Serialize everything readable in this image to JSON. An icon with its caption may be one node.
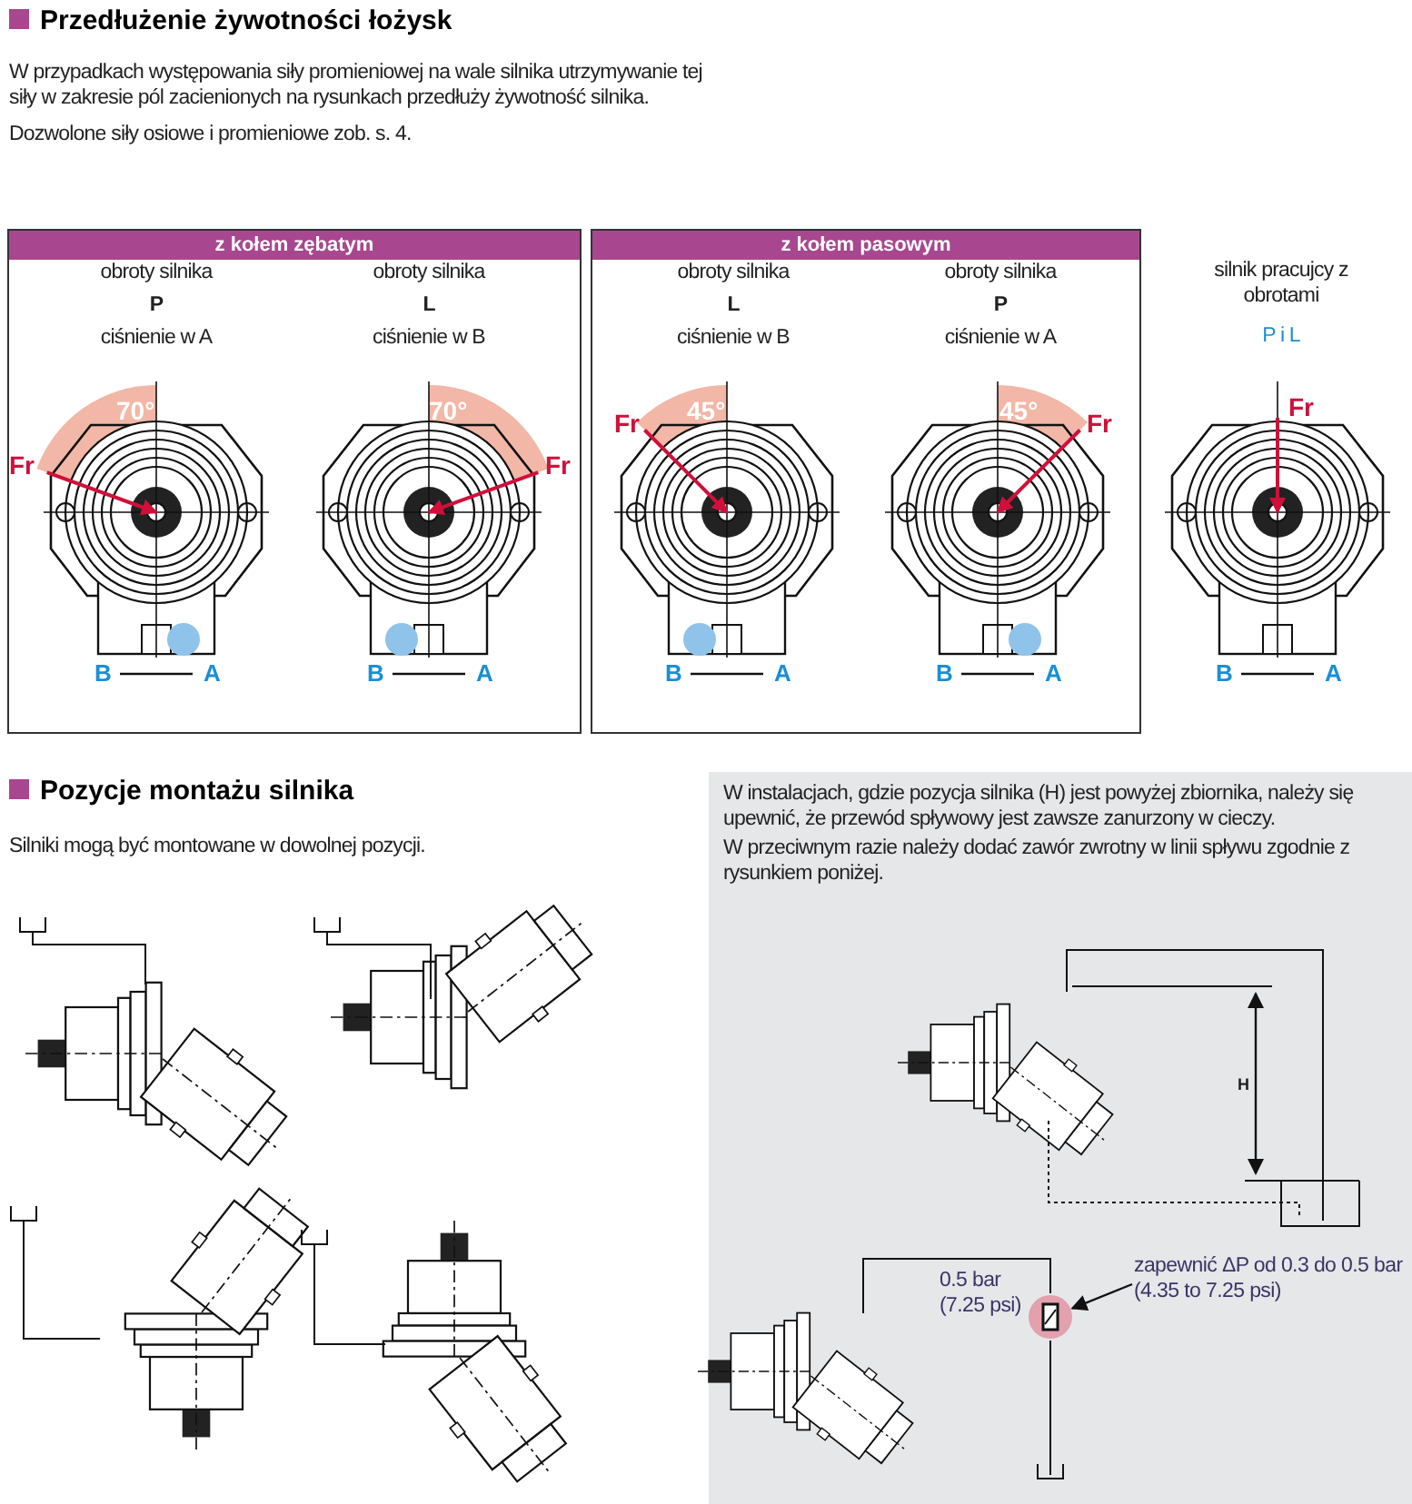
{
  "diagram": {
    "nodes": [
      {
        "text": [
          "z kołem zębatym"
        ]
      },
      {
        "text": [
          "obroty silnika",
          "P",
          "ciśnienie w A"
        ],
        "in": 0
      },
      {
        "text": [
          "obroty silnika",
          "L",
          "ciśnienie w B"
        ],
        "in": 0
      },
      {
        "text": [
          "z kołem pasowym"
        ]
      },
      {
        "text": [
          "obroty silnika",
          "L",
          "ciśnienie w B"
        ],
        "in": 3
      },
      {
        "text": [
          "obroty silnika",
          "P",
          "ciśnienie w A"
        ],
        "in": 3
      },
      {
        "text": [
          "silnik pracujcy z obrotami",
          "P i L"
        ]
      },
      {
        "text": [
          "W instalacjach, gdzie pozycja silnika (H) jest powyżej zbiornika, należy się upewnić, że przewód spływowy jest zawsze zanurzony w cieczy.",
          "W przeciwnym razie należy dodać zawór zwrotny w linii spływu zgodnie z rysunkiem poniżej."
        ]
      },
      {
        "text": [
          "zapewnić ΔP od 0.3 do 0.5 bar (4.35 to 7.25 psi)"
        ],
        "in": 7
      },
      {
        "text": [],
        "shape": "circle",
        "in": 7
      }
    ],
    "edges": [
      {
        "from": 8,
        "to": 9,
        "arrow": "to"
      }
    ],
    "labels": [
      "Przedłużenie żywotności łożysk",
      "W przypadkach występowania siły promieniowej na wale silnika utrzymywanie tej siły w zakresie pól zacienionych na rysunkach przedłuży żywotność silnika.",
      "Dozwolone siły osiowe i promieniowe zob. s. 4.",
      "70°",
      "Fr",
      "B",
      "A",
      "70°",
      "Fr",
      "B",
      "A",
      "45°",
      "Fr",
      "B",
      "A",
      "45°",
      "Fr",
      "B",
      "A",
      "Fr",
      "B",
      "A",
      "Pozycje montażu silnika",
      "Silniki mogą być montowane w dowolnej pozycji.",
      "H",
      "0.5 bar (7.25 psi)"
    ]
  }
}
